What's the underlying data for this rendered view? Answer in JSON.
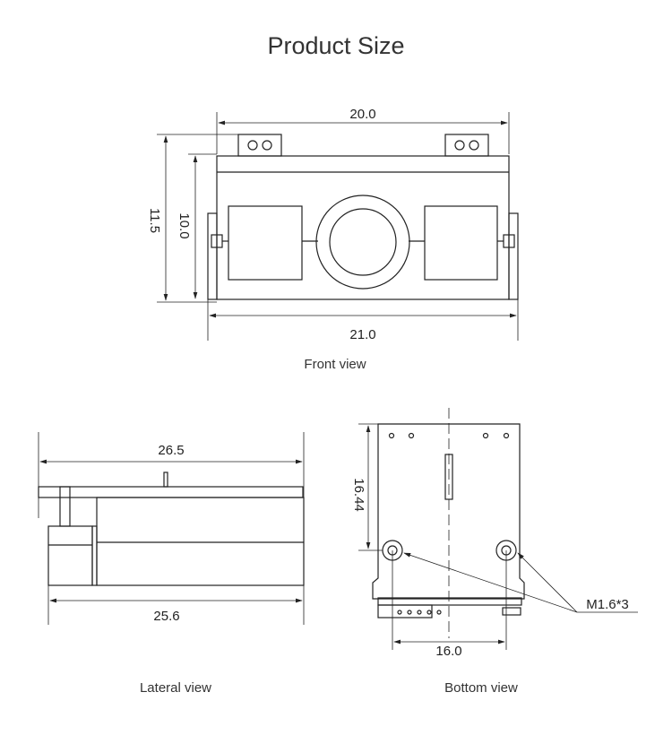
{
  "title": "Product Size",
  "front_view": {
    "caption": "Front view",
    "width_top": "20.0",
    "width_bottom": "21.0",
    "height_outer": "11.5",
    "height_inner": "10.0"
  },
  "lateral_view": {
    "caption": "Lateral view",
    "length_top": "26.5",
    "length_bottom": "25.6"
  },
  "bottom_view": {
    "caption": "Bottom view",
    "height": "16.44",
    "hole_spacing": "16.0",
    "screw_note": "M1.6*3"
  }
}
